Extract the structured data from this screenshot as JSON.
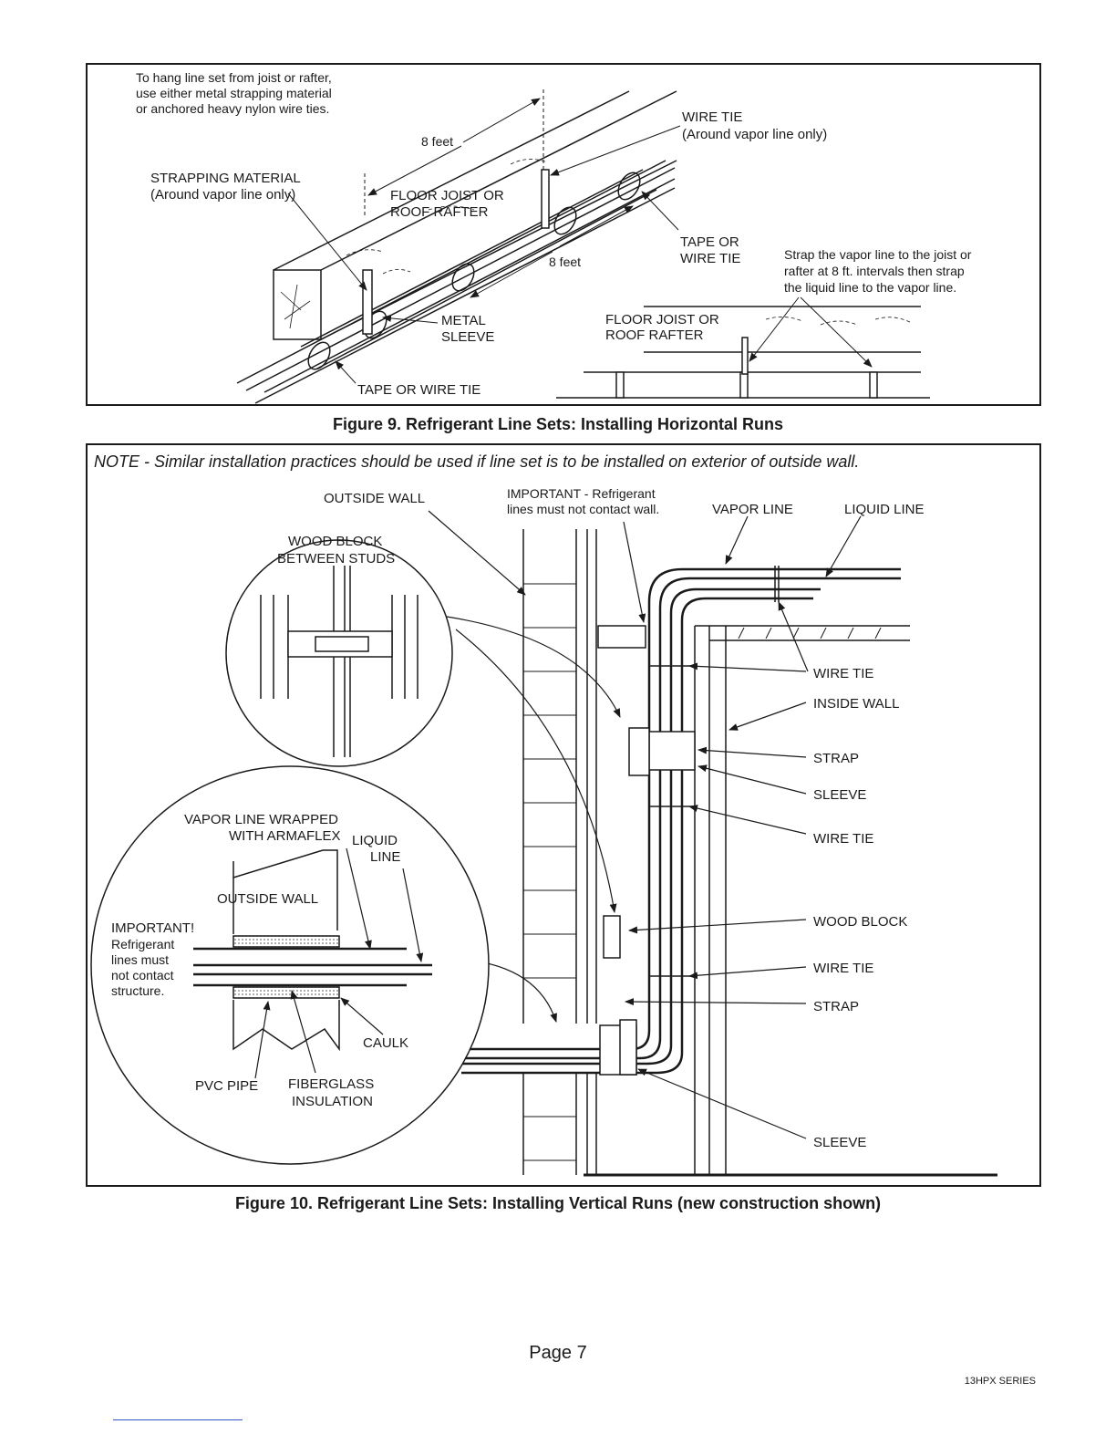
{
  "figure9": {
    "caption": "Figure 9. Refrigerant Line Sets: Installing Horizontal Runs",
    "labels": {
      "intro_1": "To hang line set from joist or rafter,",
      "intro_2": "use either metal strapping material",
      "intro_3": "or anchored heavy nylon wire ties.",
      "eight_feet_top": "8 feet",
      "eight_feet_bottom": "8 feet",
      "strapping_1": "STRAPPING MATERIAL",
      "strapping_2": "(Around vapor line only)",
      "joist_1": "FLOOR JOIST OR",
      "joist_2": "ROOF RAFTER",
      "wire_tie_1": "WIRE TIE",
      "wire_tie_2": "(Around vapor line only)",
      "tape_1": "TAPE OR",
      "tape_2": "WIRE TIE",
      "strap_note_1": "Strap the vapor line to the joist or",
      "strap_note_2": "rafter at 8 ft. intervals then strap",
      "strap_note_3": "the liquid line to the vapor line.",
      "metal_1": "METAL",
      "metal_2": "SLEEVE",
      "inset_joist_1": "FLOOR JOIST OR",
      "inset_joist_2": "ROOF RAFTER",
      "tape_bottom": "TAPE OR WIRE TIE"
    }
  },
  "figure10": {
    "caption": "Figure 10. Refrigerant Line Sets: Installing Vertical Runs (new construction shown)",
    "note": "NOTE - Similar installation practices should be used if line set is to be installed on exterior of outside wall.",
    "labels": {
      "outside_wall": "OUTSIDE WALL",
      "important_1": "IMPORTANT - Refrigerant",
      "important_2": "lines must not contact wall.",
      "vapor_line": "VAPOR LINE",
      "liquid_line": "LIQUID LINE",
      "wood_block_1": "WOOD BLOCK",
      "wood_block_2": "BETWEEN STUDS",
      "wire_tie_a": "WIRE TIE",
      "inside_wall": "INSIDE WALL",
      "strap_a": "STRAP",
      "sleeve_a": "SLEEVE",
      "wire_tie_b": "WIRE TIE",
      "wood_block": "WOOD BLOCK",
      "wire_tie_c": "WIRE TIE",
      "strap_b": "STRAP",
      "sleeve_b": "SLEEVE",
      "vapor_wrapped_1": "VAPOR LINE WRAPPED",
      "vapor_wrapped_2": "WITH ARMAFLEX",
      "liquid_1": "LIQUID",
      "liquid_2": "LINE",
      "detail_outside_wall": "OUTSIDE WALL",
      "imp_title": "IMPORTANT!",
      "imp_1": "Refrigerant",
      "imp_2": "lines must",
      "imp_3": "not contact",
      "imp_4": "structure.",
      "caulk": "CAULK",
      "pvc_pipe": "PVC PIPE",
      "fiberglass_1": "FIBERGLASS",
      "fiberglass_2": "INSULATION"
    }
  },
  "page_number": "Page 7",
  "series": "13HPX SERIES"
}
